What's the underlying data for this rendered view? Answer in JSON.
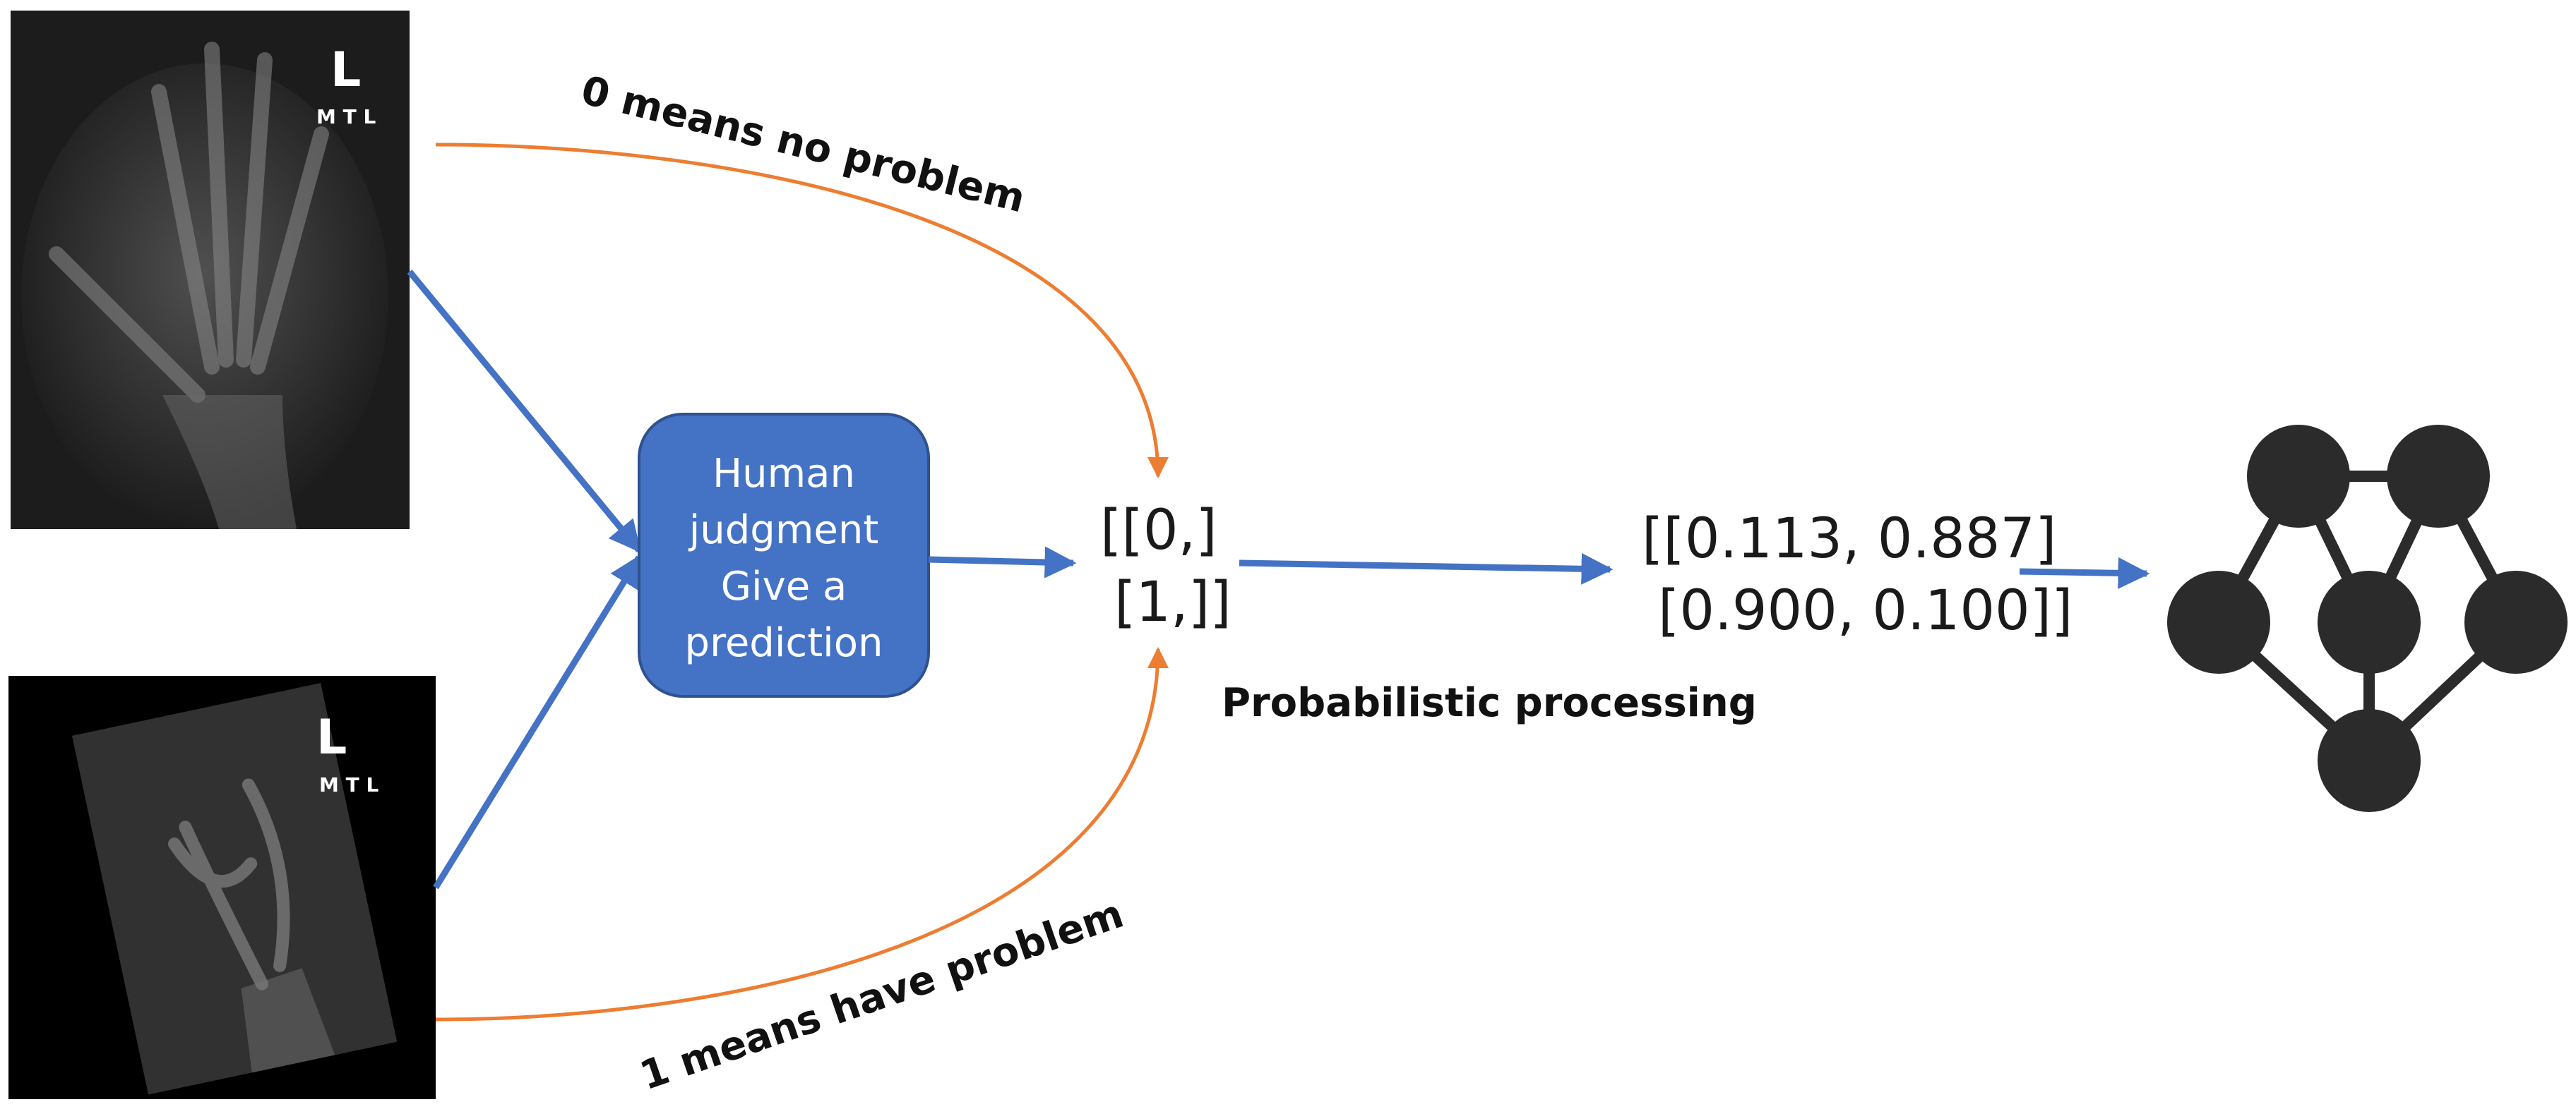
{
  "xray_top": {
    "marker_letter": "L",
    "marker_initials": "M T L"
  },
  "xray_bottom": {
    "marker_letter": "L",
    "marker_initials": "M T L"
  },
  "labels": {
    "zero_meaning": "0 means no problem",
    "one_meaning": "1 means have problem",
    "processing": "Probabilistic processing"
  },
  "human_box": {
    "lines": [
      "Human",
      "judgment",
      "Give a",
      "prediction"
    ]
  },
  "label_matrix": {
    "lines": [
      "[[0,]",
      "[1,]]"
    ]
  },
  "prob_matrix": {
    "lines": [
      "[[0.113, 0.887]",
      "[0.900, 0.100]]"
    ]
  },
  "colors": {
    "blue_arrow": "#4472C4",
    "orange_arrow": "#ED7D31",
    "box_fill": "#4472C4",
    "box_border": "#2F528F",
    "network_node": "#2B2B2B"
  }
}
